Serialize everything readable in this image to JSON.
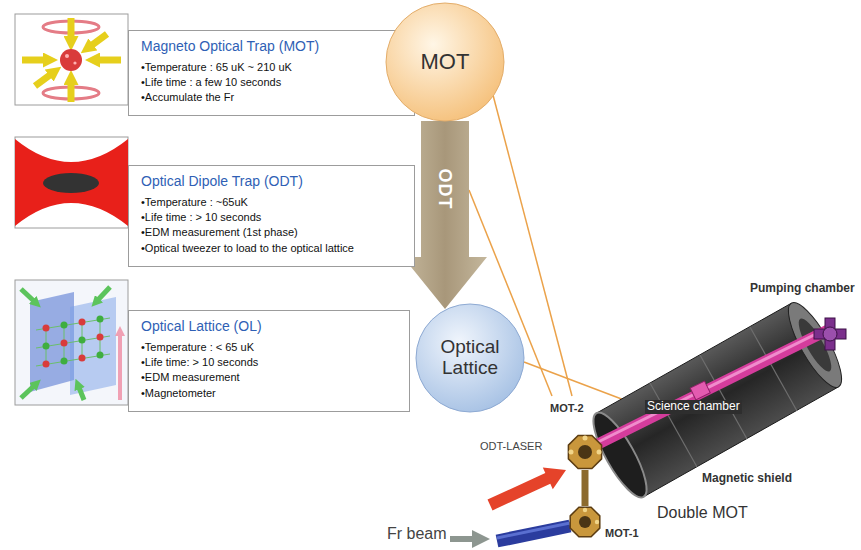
{
  "diagram": {
    "nodes": [
      {
        "text": [
          "Magneto Optical Trap (MOT)",
          "•Temperature : 65 uK ~ 210 uK",
          "•Life time : a few 10 seconds",
          "•Accumulate the Fr"
        ]
      },
      {
        "text": [
          "Optical Dipole Trap (ODT)",
          "•Temperature : ~65uK",
          "•Life time : > 10 seconds",
          "•EDM measurement (1st phase)",
          "•Optical tweezer to load to the optical lattice"
        ]
      },
      {
        "text": [
          "Optical Lattice (OL)",
          "•Temperature : < 65 uK",
          "•Life time: > 10 seconds",
          "•EDM measurement",
          "•Magnetometer"
        ]
      },
      {
        "text": [
          "MOT"
        ]
      },
      {
        "text": [
          "Optical Lattice"
        ]
      }
    ],
    "edges": [
      {
        "from": 3,
        "to": 4,
        "arrow": "to",
        "label": "ODT"
      }
    ],
    "labels": [
      "Pumping chamber",
      "Science chamber",
      "Magnetic shield",
      "MOT-2",
      "ODT-LASER",
      "MOT-1",
      "Fr beam",
      "Double MOT"
    ]
  }
}
